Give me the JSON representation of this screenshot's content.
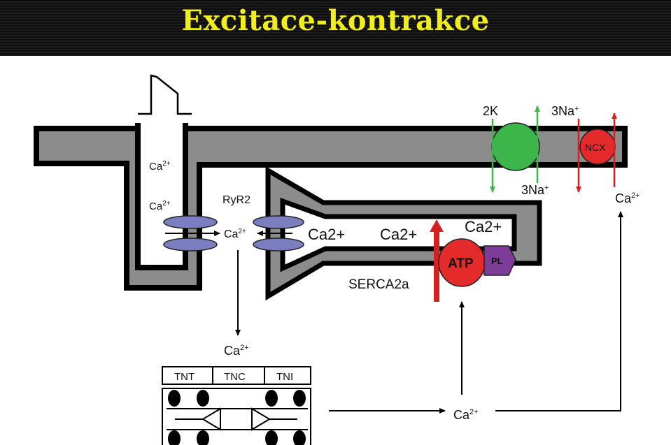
{
  "slide": {
    "title": "Excitace-kontrakce"
  },
  "diagram": {
    "labels": {
      "ca_top": "Ca",
      "ca_mid": "Ca",
      "ryr2": "RyR2",
      "ca_release": "Ca",
      "ca2plus_1": "Ca2+",
      "ca2plus_2": "Ca2+",
      "ca2plus_3": "Ca2+",
      "serca2a": "SERCA2a",
      "atp": "ATP",
      "pl": "PL",
      "two_k": "2K",
      "three_na_top": "3Na",
      "three_na_bottom": "3Na",
      "ncx": "NCX",
      "ca_out": "Ca",
      "ca_myofil": "Ca",
      "ca_bottom": "Ca",
      "superscript_2plus": "2+",
      "superscript_plus": "+"
    },
    "troponin": {
      "tnt": "TNT",
      "tnc": "TNC",
      "tni": "TNI"
    },
    "colors": {
      "membrane_fill": "#8c8c8c",
      "membrane_stroke": "#000000",
      "channel": "#7b7fc0",
      "pump": "#3cb54a",
      "atp": "#e42a2a",
      "pl": "#7d3c98",
      "title": "#f2ee1c",
      "green_arrow": "#3cb54a",
      "red_arrow": "#d62020"
    }
  }
}
